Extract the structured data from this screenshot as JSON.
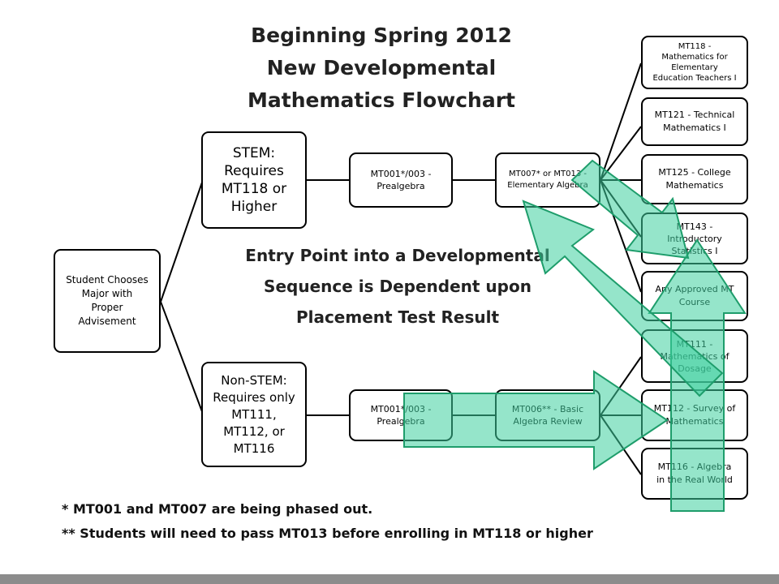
{
  "title": [
    "Beginning Spring 2012",
    "New Developmental",
    "Mathematics Flowchart"
  ],
  "boxes": {
    "student": [
      "Student Chooses",
      "Major with",
      "Proper",
      "Advisement"
    ],
    "stem": [
      "STEM:",
      "Requires",
      "MT118 or",
      "Higher"
    ],
    "nonstem": [
      "Non-STEM:",
      "Requires only",
      "MT111,",
      "MT112, or",
      "MT116"
    ],
    "stem_pre": [
      "MT001*/003 -",
      "Prealgebra"
    ],
    "stem_elem": [
      "MT007* or MT013 -",
      "Elementary Algebra"
    ],
    "non_pre": [
      "MT001*/003 -",
      "Prealgebra"
    ],
    "non_basic": [
      "MT006** - Basic",
      "Algebra Review"
    ]
  },
  "courses": [
    [
      "MT118 -",
      "Mathematics for",
      "Elementary",
      "Education Teachers I"
    ],
    [
      "MT121 - Technical",
      "Mathematics I"
    ],
    [
      "MT125 - College",
      "Mathematics"
    ],
    [
      "MT143 -",
      "Introductory",
      "Statistics I"
    ],
    [
      "Any Approved MT",
      "Course"
    ],
    [
      "MT111 -",
      "Mathematics of",
      "Dosage"
    ],
    [
      "MT112 - Survey of",
      "Mathematics"
    ],
    [
      "MT116 - Algebra",
      "in the Real World"
    ]
  ],
  "entry_text": [
    "Entry Point into a Developmental",
    "Sequence is Dependent upon",
    "Placement Test Result"
  ],
  "notes": [
    "* MT001 and MT007 are being phased out.",
    "** Students will need to pass MT013 before enrolling in MT118 or higher"
  ],
  "colors": {
    "arrow_fill": "#3ecf9f",
    "arrow_stroke": "#1e9d6b",
    "footer_bar": "#8c8c8c"
  }
}
